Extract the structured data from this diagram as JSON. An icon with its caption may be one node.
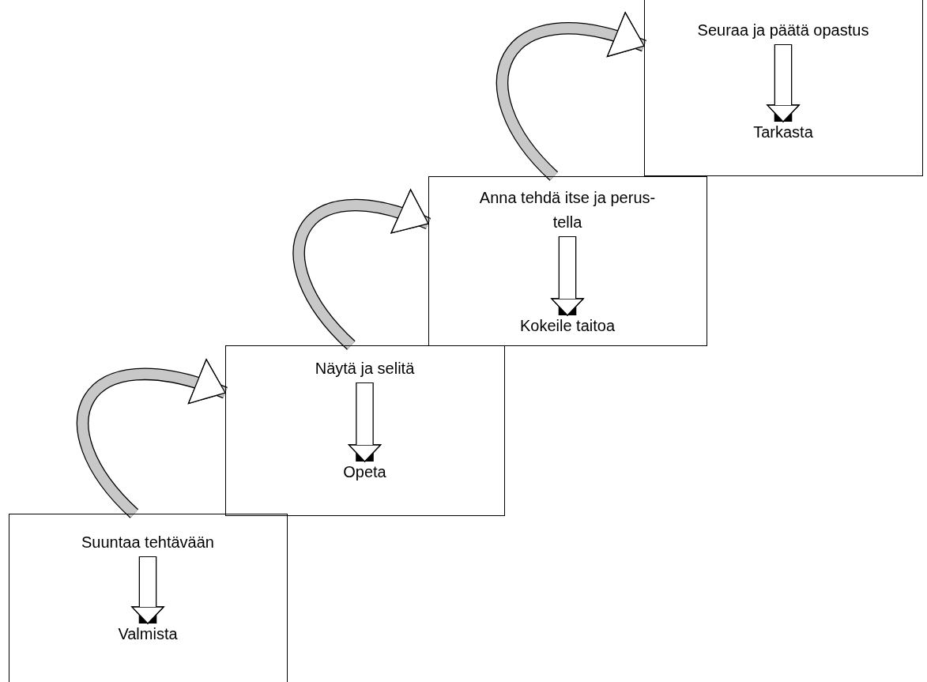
{
  "diagram": {
    "nodes": [
      {
        "text": [],
        "shape": "box"
      },
      {
        "text": [
          "Suuntaa tehtävään"
        ],
        "in": 0
      },
      {
        "text": [
          "Valmista"
        ],
        "in": 0
      },
      {
        "text": [],
        "shape": "box"
      },
      {
        "text": [
          "Näytä ja selitä"
        ],
        "in": 3
      },
      {
        "text": [
          "Opeta"
        ],
        "in": 3
      },
      {
        "text": [],
        "shape": "box"
      },
      {
        "text": [
          "Anna tehdä itse ja perus- tella"
        ],
        "in": 6
      },
      {
        "text": [
          "Kokeile taitoa"
        ],
        "in": 6
      },
      {
        "text": [],
        "shape": "box"
      },
      {
        "text": [
          "Seuraa ja päätä opastus"
        ],
        "in": 9
      },
      {
        "text": [
          "Tarkasta"
        ],
        "in": 9
      }
    ],
    "edges": [
      {
        "from": 1,
        "to": 2,
        "arrow": "to"
      },
      {
        "from": 0,
        "to": 3,
        "arrow": "to"
      },
      {
        "from": 4,
        "to": 5,
        "arrow": "to"
      },
      {
        "from": 3,
        "to": 6,
        "arrow": "to"
      },
      {
        "from": 7,
        "to": 8,
        "arrow": "to"
      },
      {
        "from": 6,
        "to": 9,
        "arrow": "to"
      },
      {
        "from": 10,
        "to": 11,
        "arrow": "to"
      }
    ]
  }
}
